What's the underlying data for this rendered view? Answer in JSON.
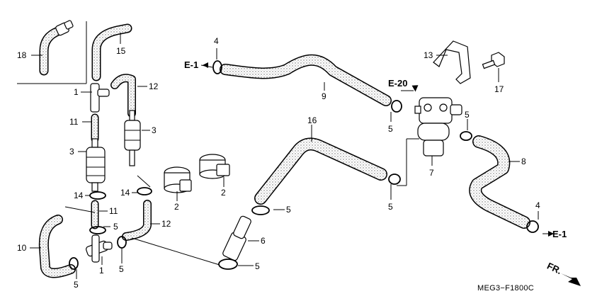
{
  "diagram": {
    "code": "MEG3−F1800C",
    "front_label": "FR.",
    "refs": {
      "e1_left": "E-1",
      "e1_right": "E-1",
      "e20": "E-20"
    },
    "callouts": {
      "c1a": "1",
      "c1b": "1",
      "c2a": "2",
      "c2b": "2",
      "c3a": "3",
      "c3b": "3",
      "c4a": "4",
      "c4b": "4",
      "c5a": "5",
      "c5b": "5",
      "c5c": "5",
      "c5d": "5",
      "c5e": "5",
      "c5f": "5",
      "c5g": "5",
      "c5h": "5",
      "c6": "6",
      "c7": "7",
      "c8": "8",
      "c9": "9",
      "c10": "10",
      "c11a": "11",
      "c11b": "11",
      "c12a": "12",
      "c12b": "12",
      "c13": "13",
      "c14a": "14",
      "c14b": "14",
      "c15": "15",
      "c16": "16",
      "c17": "17",
      "c18": "18"
    },
    "colors": {
      "line": "#000000",
      "hose_fill": "#d8d8d8",
      "background": "#ffffff"
    }
  }
}
